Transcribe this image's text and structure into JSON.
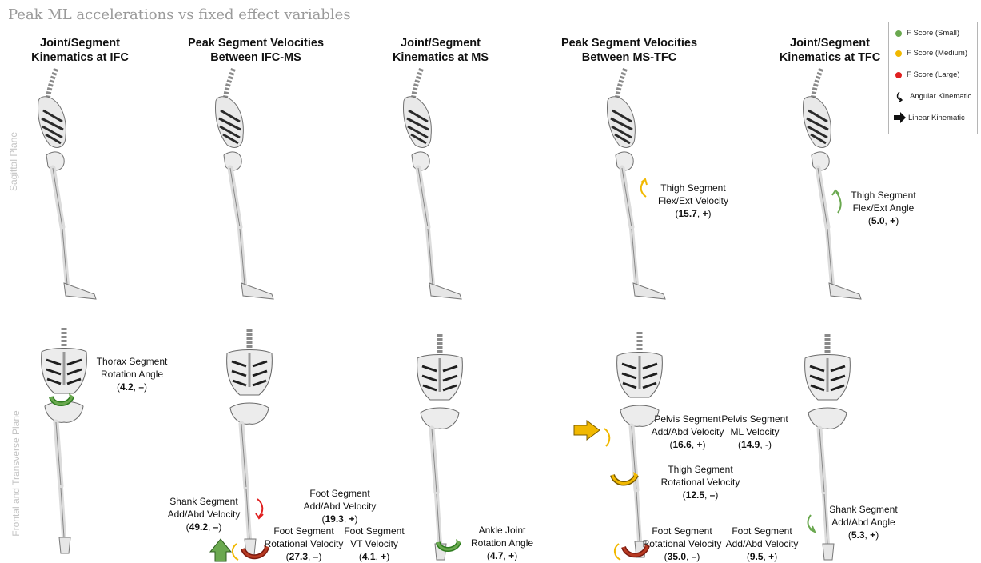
{
  "title": "Peak ML accelerations vs fixed effect variables",
  "columns": [
    {
      "line1": "Joint/Segment",
      "line2": "Kinematics at IFC"
    },
    {
      "line1": "Peak Segment Velocities",
      "line2": "Between IFC-MS"
    },
    {
      "line1": "Joint/Segment",
      "line2": "Kinematics at MS"
    },
    {
      "line1": "Peak Segment Velocities",
      "line2": "Between MS-TFC"
    },
    {
      "line1": "Joint/Segment",
      "line2": "Kinematics at TFC"
    }
  ],
  "planes": {
    "sagittal": "Sagittal Plane",
    "frontal": "Frontal and Transverse Plane"
  },
  "legend": {
    "small": "F Score (Small)",
    "medium": "F Score (Medium)",
    "large": "F Score (Large)",
    "angular": "Angular Kinematic",
    "linear": "Linear Kinematic"
  },
  "colors": {
    "small": "#6aa84f",
    "medium": "#f1b800",
    "large": "#e02020",
    "bone": "#e6e6e6",
    "bone_stroke": "#707070"
  },
  "annotations": [
    {
      "id": "thigh-flex-ext-velocity",
      "l1": "Thigh Segment",
      "l2": "Flex/Ext Velocity",
      "f": "15.7",
      "sign": "+"
    },
    {
      "id": "thigh-flex-ext-angle",
      "l1": "Thigh Segment",
      "l2": "Flex/Ext Angle",
      "f": "5.0",
      "sign": "+"
    },
    {
      "id": "thorax-rotation-angle",
      "l1": "Thorax Segment",
      "l2": "Rotation Angle",
      "f": "4.2",
      "sign": "–"
    },
    {
      "id": "shank-add-abd-velocity",
      "l1": "Shank Segment",
      "l2": "Add/Abd Velocity",
      "f": "49.2",
      "sign": "–"
    },
    {
      "id": "foot-add-abd-velocity",
      "l1": "Foot Segment",
      "l2": "Add/Abd Velocity",
      "f": "19.3",
      "sign": "+"
    },
    {
      "id": "foot-rotational-velocity-1",
      "l1": "Foot Segment",
      "l2": "Rotational Velocity",
      "f": "27.3",
      "sign": "–"
    },
    {
      "id": "foot-vt-velocity",
      "l1": "Foot Segment",
      "l2": "VT Velocity",
      "f": "4.1",
      "sign": "+"
    },
    {
      "id": "ankle-rotation-angle",
      "l1": "Ankle Joint",
      "l2": "Rotation Angle",
      "f": "4.7",
      "sign": "+"
    },
    {
      "id": "pelvis-add-abd-velocity",
      "l1": "Pelvis Segment",
      "l2": "Add/Abd Velocity",
      "f": "16.6",
      "sign": "+"
    },
    {
      "id": "pelvis-ml-velocity",
      "l1": "Pelvis Segment",
      "l2": "ML Velocity",
      "f": "14.9",
      "sign": "-"
    },
    {
      "id": "thigh-rotational-velocity",
      "l1": "Thigh Segment",
      "l2": "Rotational Velocity",
      "f": "12.5",
      "sign": "–"
    },
    {
      "id": "foot-rotational-velocity-2",
      "l1": "Foot Segment",
      "l2": "Rotational Velocity",
      "f": "35.0",
      "sign": "–"
    },
    {
      "id": "foot-add-abd-velocity-2",
      "l1": "Foot Segment",
      "l2": "Add/Abd Velocity",
      "f": "9.5",
      "sign": "+"
    },
    {
      "id": "shank-add-abd-angle",
      "l1": "Shank Segment",
      "l2": "Add/Abd Angle",
      "f": "5.3",
      "sign": "+"
    }
  ]
}
